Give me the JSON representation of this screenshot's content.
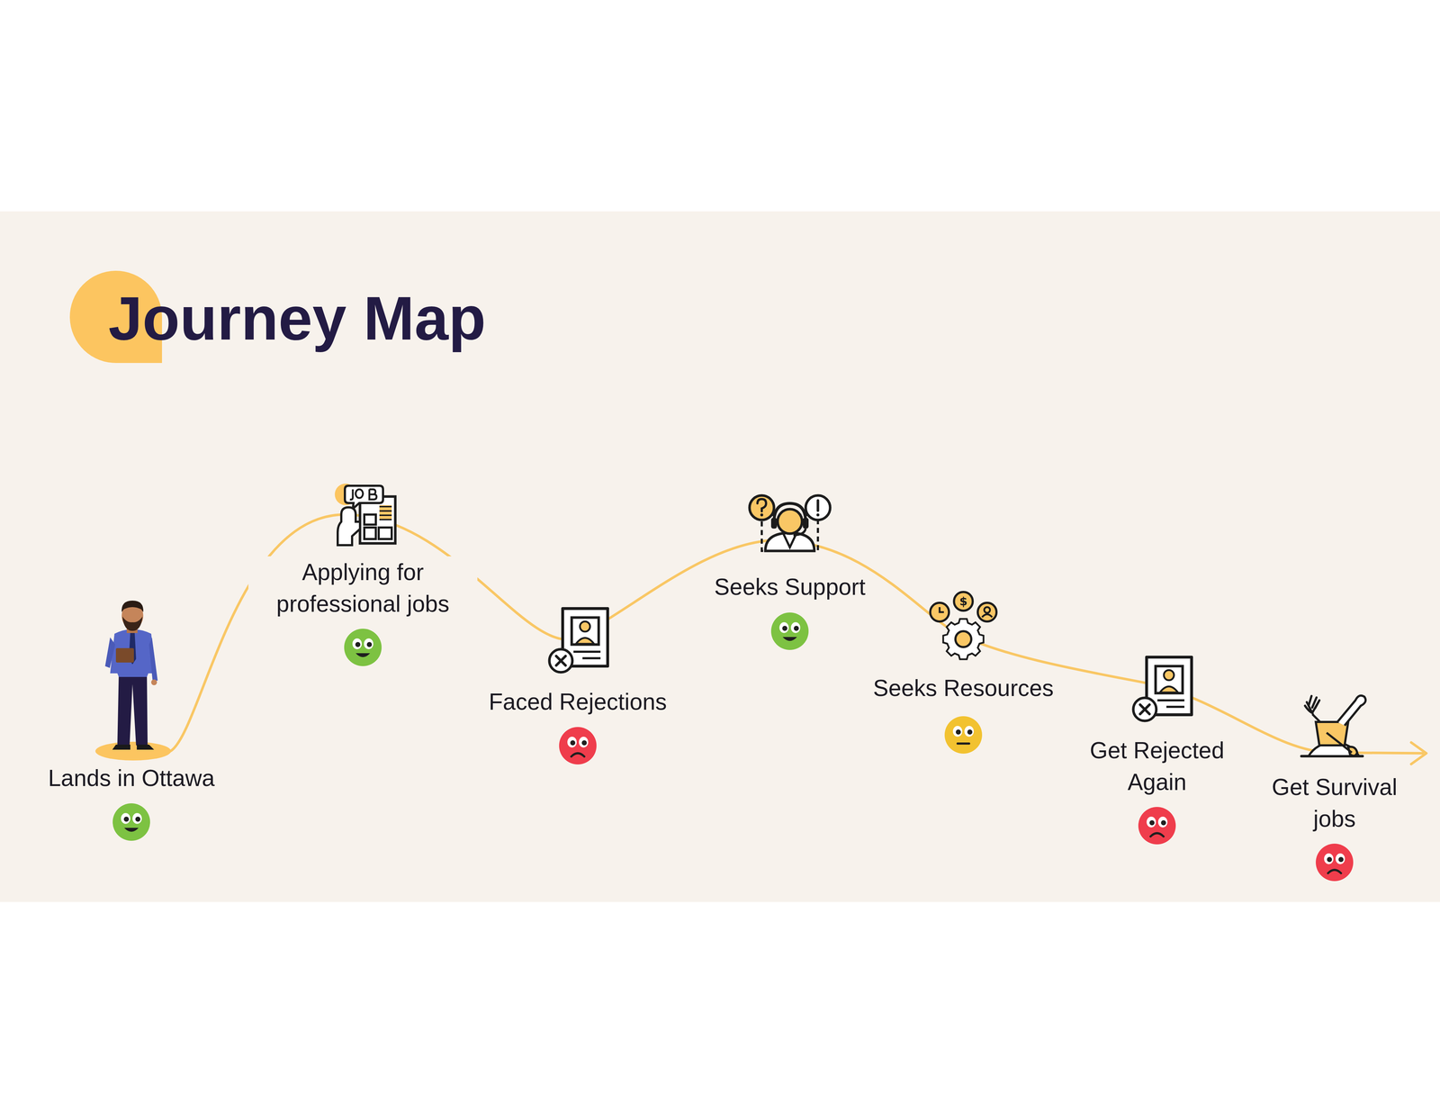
{
  "diagram": {
    "title": "Journey Map",
    "labels": [
      "Lands in Ottawa",
      "Applying for professional jobs",
      "Faced Rejections",
      "Seeks Support",
      "Seeks Resources",
      "Get Rejected Again",
      "Get Survival jobs"
    ]
  }
}
